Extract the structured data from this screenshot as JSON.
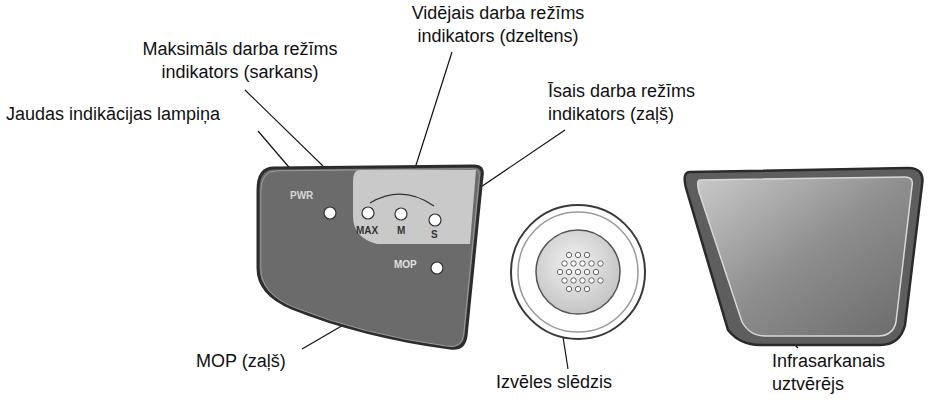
{
  "diagram": {
    "nodes": [
      {
        "text": [
          "PWR",
          "MOP"
        ]
      },
      {
        "text": [
          "MAX",
          "M",
          "S"
        ],
        "in": 0
      }
    ],
    "labels": [
      "Vidējais darba režīms indikators (dzeltens)",
      "Maksimāls darba režīms indikators (sarkans)",
      "Īsais darba režīms indikators (zaļš)",
      "Jaudas indikācijas lampiņa",
      "MOP (zaļš)",
      "Izvēles slēdzis",
      "Infrasarkanais uztvērējs"
    ]
  }
}
